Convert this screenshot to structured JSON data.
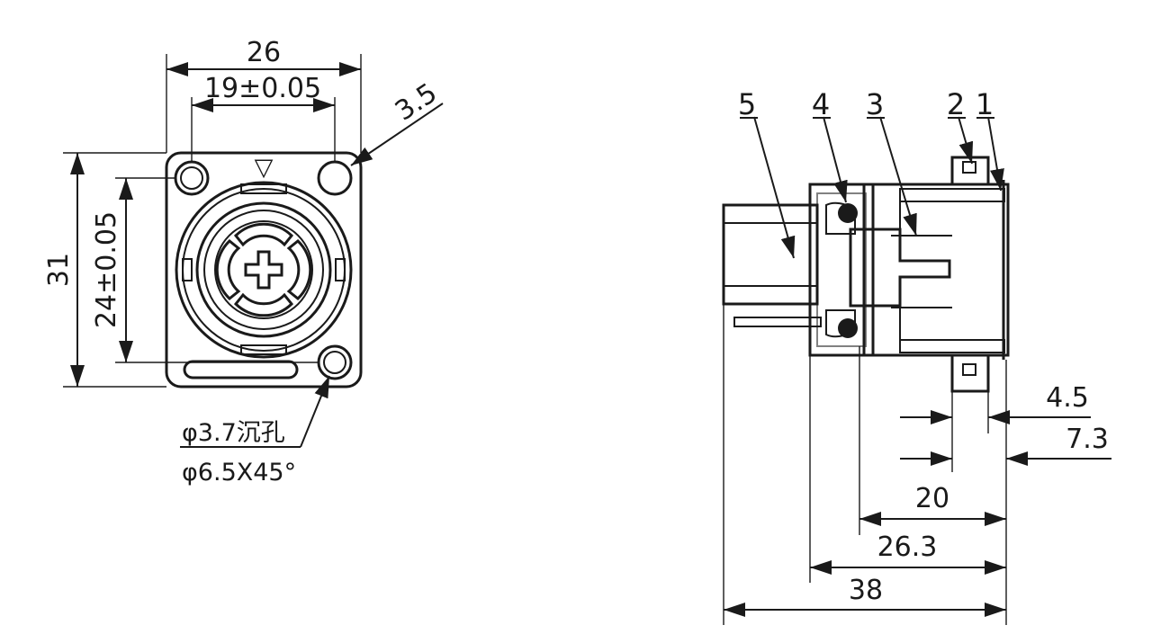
{
  "front_view": {
    "width_total": "26",
    "hole_spacing_h": "19±0.05",
    "hole_dia_callout": "3.5",
    "height_total": "31",
    "hole_spacing_v": "24±0.05",
    "countersink_line1": "φ3.7沉孔",
    "countersink_line2": "φ6.5X45°",
    "orientation_mark": "▽"
  },
  "side_view": {
    "callouts": [
      "5",
      "4",
      "3",
      "2",
      "1"
    ],
    "dim_4_5": "4.5",
    "dim_7_3": "7.3",
    "dim_20": "20",
    "dim_26_3": "26.3",
    "dim_38": "38"
  }
}
